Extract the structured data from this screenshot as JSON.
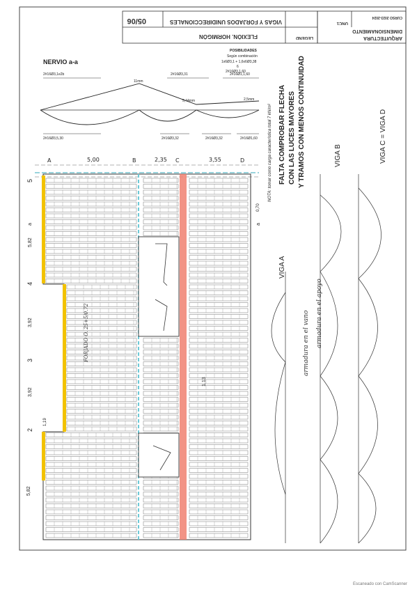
{
  "header": {
    "number": "05/06",
    "title": "VIGAS Y FORJADOS UNIDIRECCIONALES",
    "subtitle": "FLEXIÓN. HORMIGÓN",
    "unit": "UNC1",
    "course": "CURSO 2023-2024",
    "department_line1": "ARQUITECTURA",
    "department_line2": "DIMENSIONAMIENTO",
    "code": "LEGEND"
  },
  "nervio": {
    "title": "NERVIO a-a",
    "note_line1": "POSIBILIDADES",
    "note_line2": "Según combinación",
    "note_line3": "1x6Ø3,1 + 1,6x6Ø3,38",
    "note_line4": "6",
    "note_line5": "2#16Ø3,1,60",
    "top_label_left": "2#16Ø3,1e2b",
    "top_label_mid": "2#16Ø3,31",
    "top_label_right": "2#16Ø1,1,60",
    "peak_label": "11mm",
    "mid_label": "5,44mm",
    "right_label": "2,5mm",
    "bottom_label_left": "2#16Ø3,5,30",
    "bottom_label_mid": "2#16Ø3,32",
    "bottom_label_right": "2#16Ø3,32",
    "bottom_label_far": "2#16Ø1,60"
  },
  "axes": {
    "letters": [
      "A",
      "B",
      "C",
      "D"
    ],
    "spans_top": [
      "5,00",
      "2,35",
      "3,55"
    ],
    "numbers": [
      "5",
      "4",
      "3",
      "2"
    ],
    "span_labels": [
      "5,82",
      "3,92",
      "3,92",
      "5,82"
    ],
    "small_labels": [
      "a",
      "a",
      "0,70",
      "1,19"
    ]
  },
  "notes": {
    "nota": "NOTA: tomar como carga característica total 7 kN/m²",
    "line1": "FALTA COMPROBAR FLECHA",
    "line2": "CON LAS LUCES MAYORES",
    "line3": "Y TRAMOS CON MENOS CONTINUIDAD",
    "viga_a": "VIGA A",
    "viga_b": "VIGA B",
    "viga_cd": "VIGA C = VIGA D",
    "hand1": "armadura en el apoyo",
    "hand2": "armadura en el vano",
    "hand3": "FORJADO O. 25+5/0.72",
    "hand4": "1.13"
  },
  "footer": {
    "text": "Escaneado con CamScanner"
  },
  "colors": {
    "yellow": "#f2c200",
    "salmon": "#f08070",
    "cyan": "#6ec9d6"
  }
}
